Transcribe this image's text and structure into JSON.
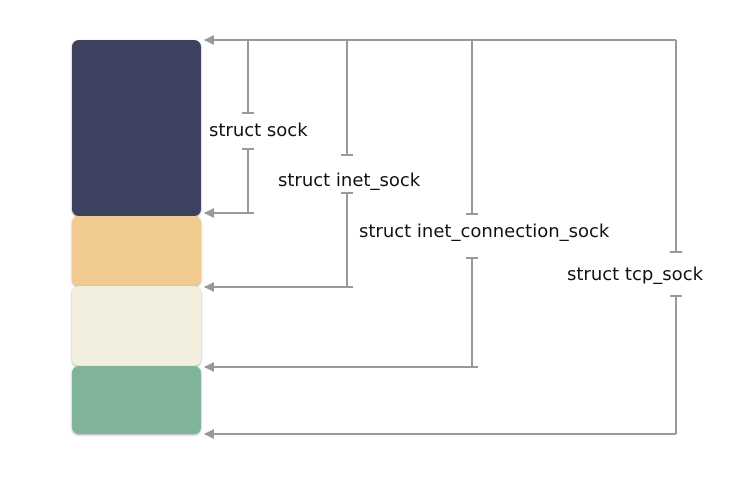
{
  "colors": {
    "block_sock": "#3d4260",
    "block_inet": "#f1cb8f",
    "block_conn": "#f3efdf",
    "block_tcp": "#80b499",
    "line": "#999999"
  },
  "blocks": [
    "sock",
    "inet",
    "conn",
    "tcp"
  ],
  "labels": {
    "sock": "struct sock",
    "inet_sock": "struct inet_sock",
    "inet_connection_sock": "struct inet_connection_sock",
    "tcp_sock": "struct tcp_sock"
  }
}
